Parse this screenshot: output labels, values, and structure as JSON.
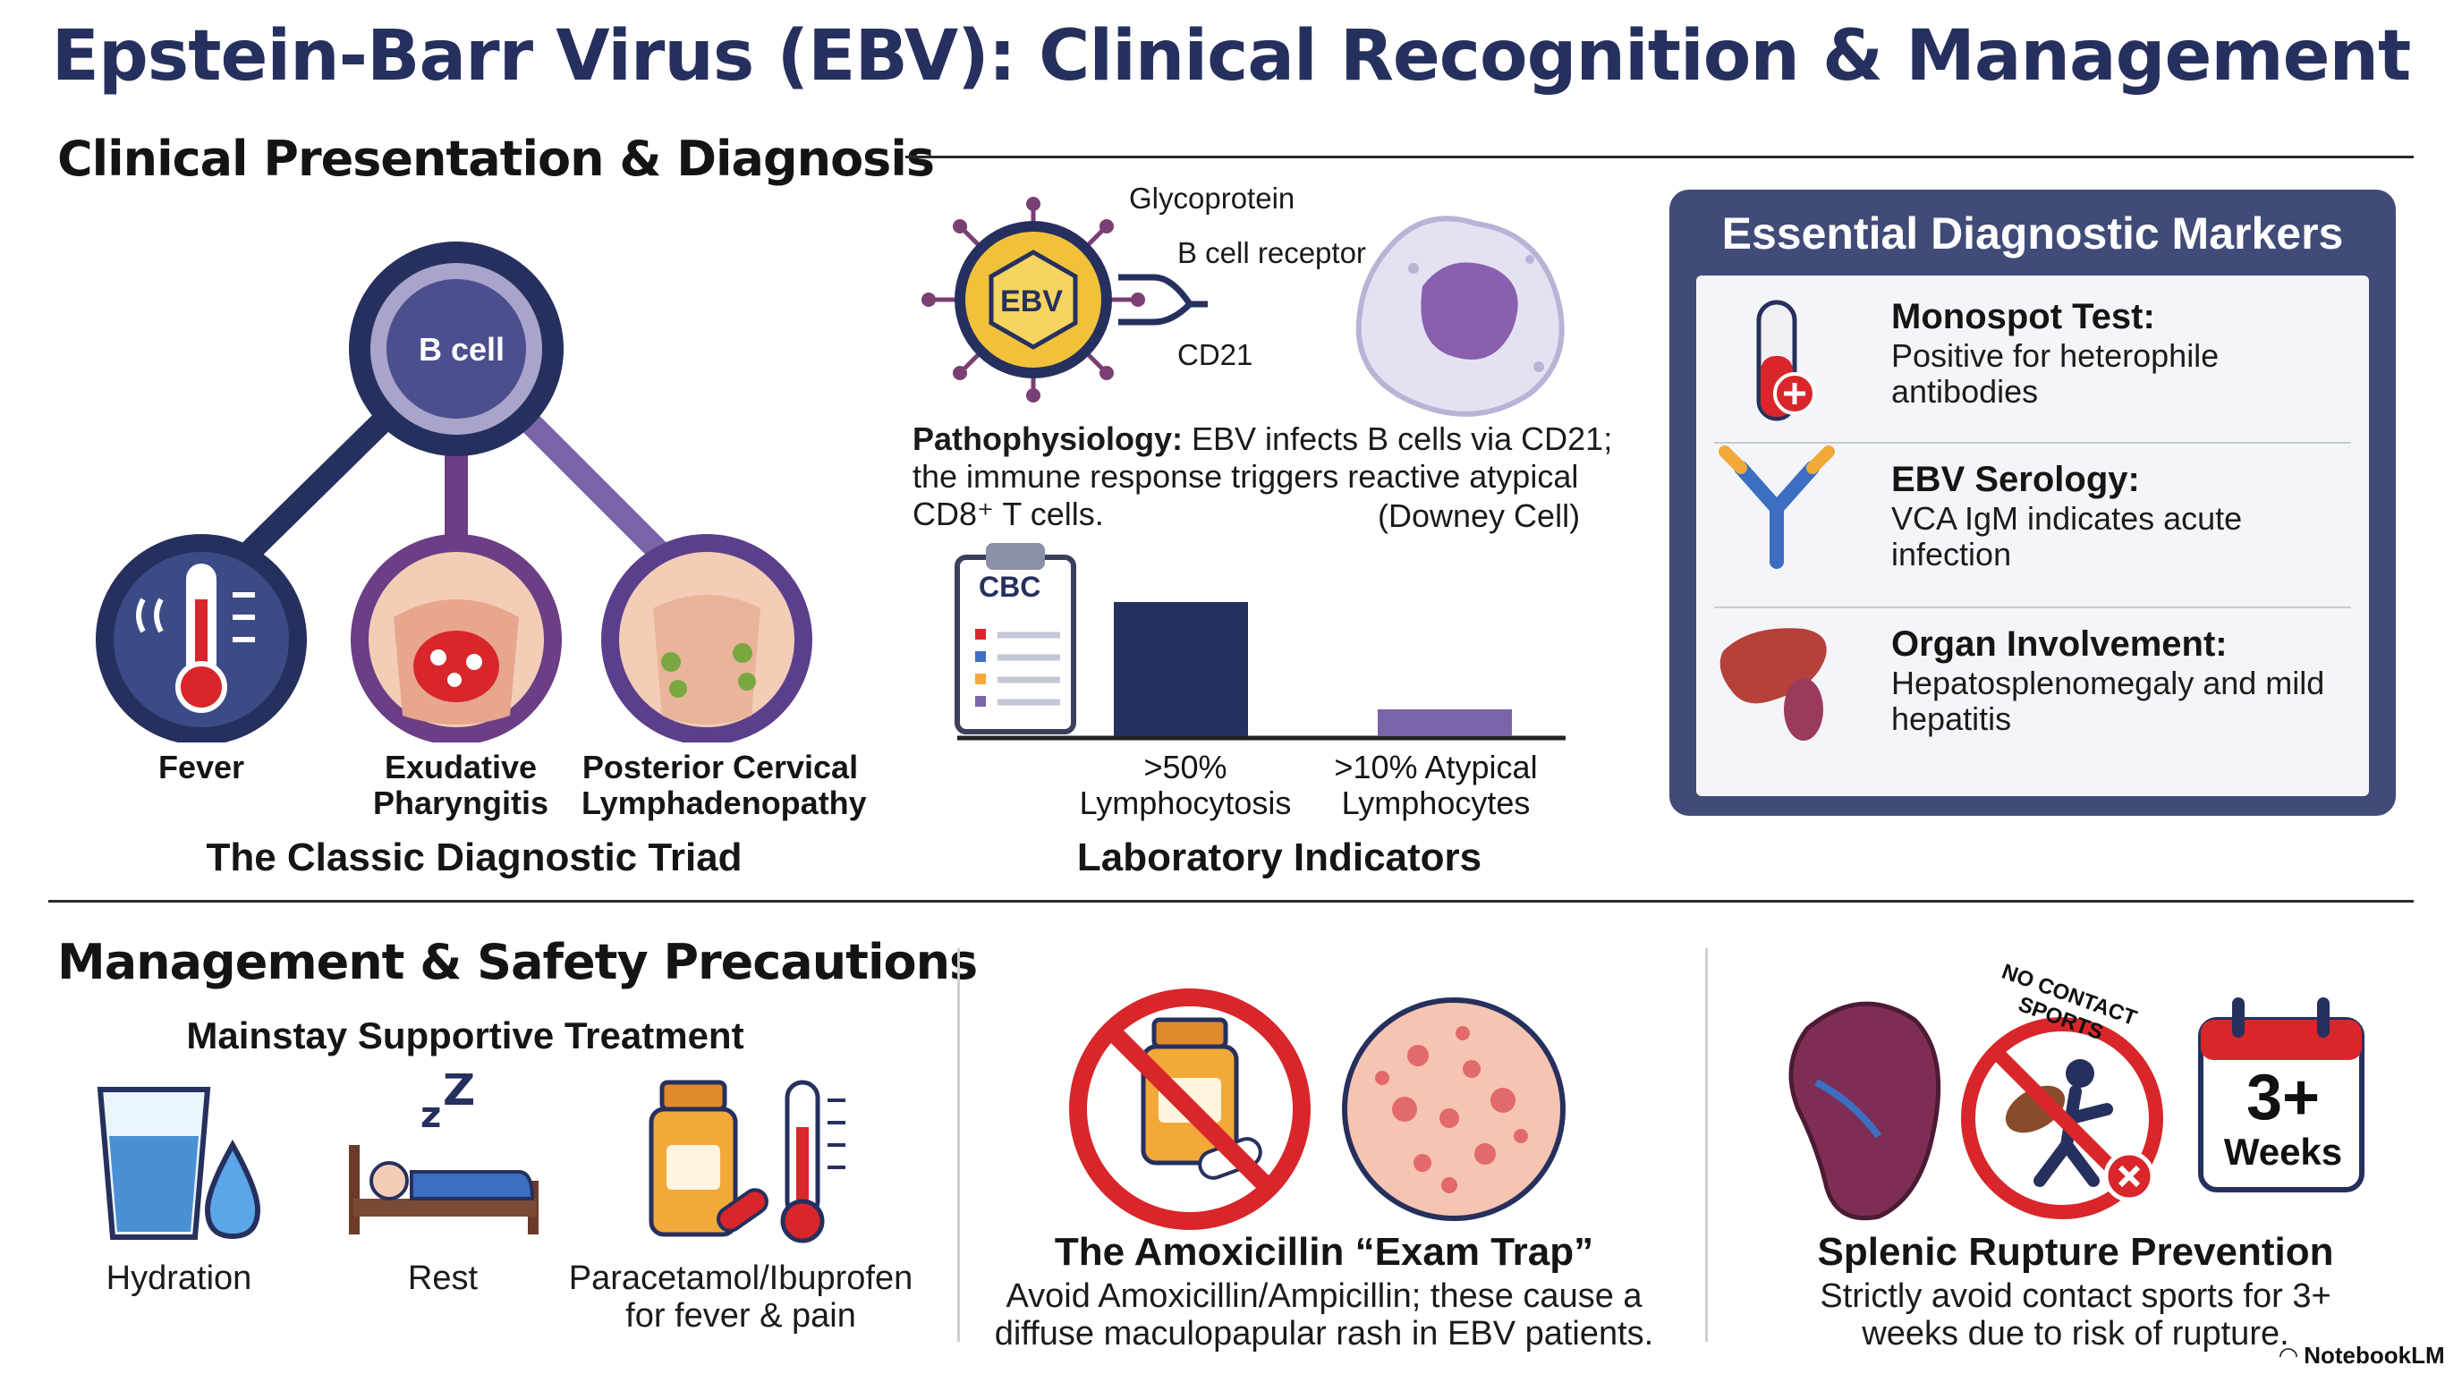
{
  "title": "Epstein-Barr Virus (EBV): Clinical Recognition & Management",
  "presentation": {
    "heading": "Clinical Presentation & Diagnosis",
    "triad": {
      "center": "B cell",
      "items": [
        "Fever",
        "Exudative Pharyngitis",
        "Posterior Cervical Lymphadenopathy"
      ],
      "caption": "The Classic Diagnostic Triad"
    },
    "virus": {
      "core": "EBV",
      "labels": [
        "Glycoprotein",
        "B cell receptor",
        "CD21"
      ]
    },
    "patho": {
      "label": "Pathophysiology:",
      "text": " EBV infects B cells via CD21; the immune response triggers reactive atypical CD8⁺ T cells.",
      "note": "(Downey Cell)"
    },
    "lab": {
      "clipboard": "CBC",
      "bars": [
        {
          "label": ">50% Lymphocytosis",
          "value": 50,
          "color": "#26305e"
        },
        {
          "label": ">10% Atypical Lymphocytes",
          "value": 10,
          "color": "#7a64a8"
        }
      ],
      "caption": "Laboratory Indicators"
    },
    "markers": {
      "heading": "Essential Diagnostic Markers",
      "items": [
        {
          "title": "Monospot Test:",
          "desc": "Positive for heterophile antibodies",
          "icon": "test-tube-icon"
        },
        {
          "title": "EBV Serology:",
          "desc": "VCA IgM indicates acute infection",
          "icon": "antibody-icon"
        },
        {
          "title": "Organ Involvement:",
          "desc": "Hepatosplenomegaly and mild hepatitis",
          "icon": "liver-spleen-icon"
        }
      ]
    }
  },
  "management": {
    "heading": "Management & Safety Precautions",
    "supportive": {
      "heading": "Mainstay Supportive Treatment",
      "items": [
        "Hydration",
        "Rest",
        "Paracetamol/Ibuprofen for fever & pain"
      ]
    },
    "amox": {
      "title": "The Amoxicillin “Exam Trap”",
      "text": "Avoid Amoxicillin/Ampicillin; these cause a diffuse maculopapular rash in EBV patients."
    },
    "spleen": {
      "sign": "NO CONTACT SPORTS",
      "calendar": [
        "3+",
        "Weeks"
      ],
      "title": "Splenic Rupture Prevention",
      "text": "Strictly avoid contact sports for 3+ weeks due to risk of rupture."
    }
  },
  "brand": "NotebookLM",
  "colors": {
    "navy": "#26305e",
    "purple": "#5b3f8c",
    "red": "#d8262b",
    "slate": "#414b78"
  }
}
